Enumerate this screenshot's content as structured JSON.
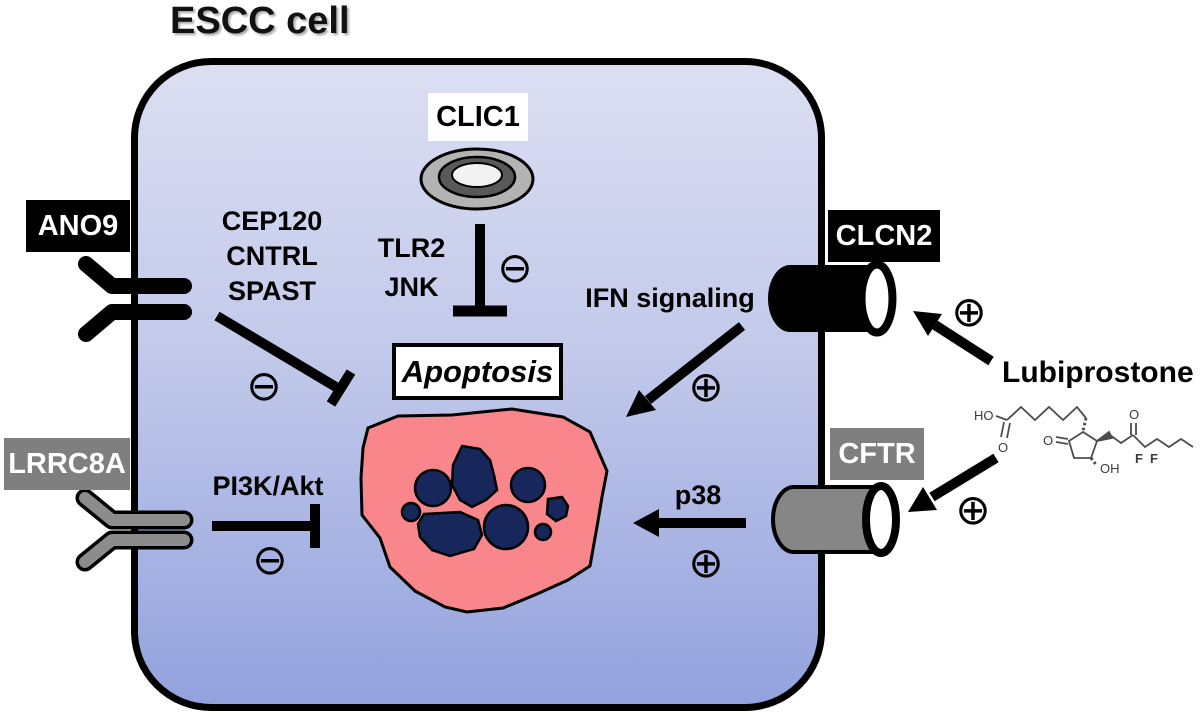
{
  "title": "ESCC cell",
  "channels": {
    "clic1": {
      "label": "CLIC1"
    },
    "ano9": {
      "label": "ANO9"
    },
    "lrrc8a": {
      "label": "LRRC8A"
    },
    "clcn2": {
      "label": "CLCN2"
    },
    "cftr": {
      "label": "CFTR"
    }
  },
  "pathways": {
    "centrosome": {
      "genes": [
        "CEP120",
        "CNTRL",
        "SPAST"
      ],
      "effect": "⊖",
      "type": "inhibition"
    },
    "tlr2_jnk": {
      "genes": [
        "TLR2",
        "JNK"
      ],
      "effect": "⊖",
      "type": "inhibition"
    },
    "ifn": {
      "label": "IFN signaling",
      "effect": "⊕",
      "type": "activation"
    },
    "pi3k_akt": {
      "label": "PI3K/Akt",
      "effect": "⊖",
      "type": "inhibition"
    },
    "p38": {
      "label": "p38",
      "effect": "⊕",
      "type": "activation"
    }
  },
  "apoptosis": {
    "label": "Apoptosis"
  },
  "drug": {
    "name": "Lubiprostone",
    "clcn2_effect": "⊕",
    "cftr_effect": "⊕",
    "atom_labels": [
      "HO",
      "O",
      "O",
      "OH",
      "O",
      "F",
      "F"
    ]
  },
  "colors": {
    "cell_gradient_top": "#dcdff2",
    "cell_gradient_bottom": "#93a2de",
    "membrane": "#000000",
    "apoptotic_cell": "#f8868a",
    "nuclear_fragments": "#17265b",
    "gray_channel": "#7f7f7f",
    "black_channel": "#000000"
  }
}
